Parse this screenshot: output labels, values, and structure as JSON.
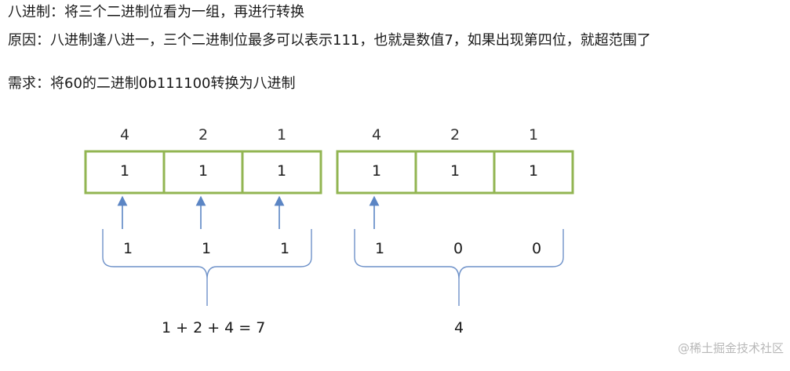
{
  "text": {
    "line1": "八进制：将三个二进制位看为一组，再进行转换",
    "line2": "原因：八进制逢八进一，三个二进制位最多可以表示111，也就是数值7，如果出现第四位，就超范围了",
    "line3": "需求：将60的二进制0b111100转换为八进制"
  },
  "groups": [
    {
      "weights": [
        "4",
        "2",
        "1"
      ],
      "boxes": [
        "1",
        "1",
        "1"
      ],
      "bits": [
        "1",
        "1",
        "1"
      ],
      "arrows": [
        true,
        true,
        true
      ],
      "result": "1 + 2 + 4 = 7"
    },
    {
      "weights": [
        "4",
        "2",
        "1"
      ],
      "boxes": [
        "1",
        "1",
        "1"
      ],
      "bits": [
        "1",
        "0",
        "0"
      ],
      "arrows": [
        true,
        false,
        false
      ],
      "result": "4"
    }
  ],
  "colors": {
    "box_border": "#92b552",
    "arrow": "#5b85c4",
    "brace": "#6f92c9",
    "text": "#1a1a1a"
  },
  "watermark": "@稀土掘金技术社区"
}
